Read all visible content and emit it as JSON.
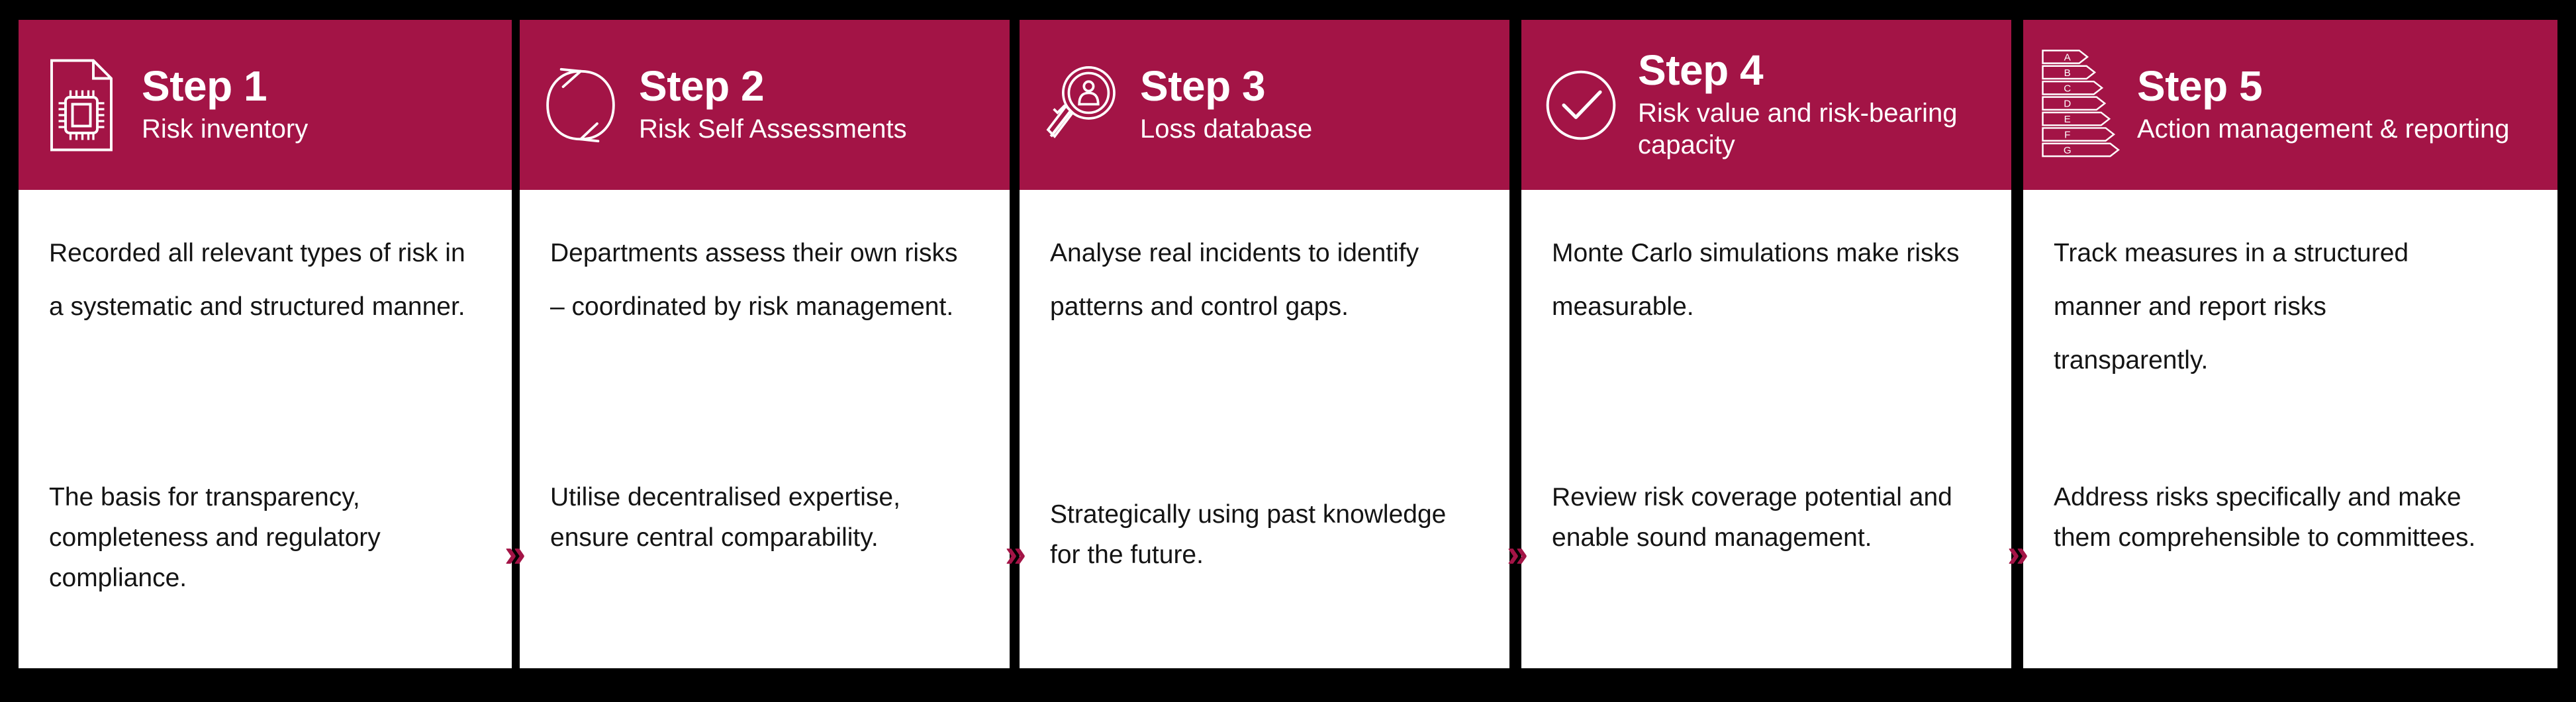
{
  "theme": {
    "brand_crimson": "#A31446",
    "background": "#000000",
    "card_background": "#FFFFFF",
    "body_text": "#141414",
    "header_text": "#FFFFFF"
  },
  "separator": {
    "glyph": "»",
    "name": "double-chevron-right"
  },
  "steps": [
    {
      "title": "Step 1",
      "subtitle": "Risk inventory",
      "icon": "document-microchip-icon",
      "paragraph_top": "Recorded all relevant types of risk in a systematic and structured manner.",
      "paragraph_bottom": "The basis for transparency, completeness and regulatory compliance."
    },
    {
      "title": "Step 2",
      "subtitle": "Risk Self Assessments",
      "icon": "cycle-arrows-icon",
      "paragraph_top": "Departments assess their own risks – coordinated by risk management.",
      "paragraph_bottom": "Utilise decentralised expertise, ensure central comparability."
    },
    {
      "title": "Step 3",
      "subtitle": "Loss database",
      "icon": "magnifier-person-icon",
      "paragraph_top": "Analyse real incidents to identify patterns and control gaps.",
      "paragraph_bottom": "Strategically using past knowledge for the future."
    },
    {
      "title": "Step 4",
      "subtitle": "Risk value and risk-bearing capacity",
      "icon": "circle-check-icon",
      "paragraph_top": "Monte Carlo simulations make risks measurable.",
      "paragraph_bottom": "Review risk coverage potential and enable sound management."
    },
    {
      "title": "Step 5",
      "subtitle": "Action management & reporting",
      "icon": "energy-rating-icon",
      "energy_labels": [
        "A",
        "B",
        "C",
        "D",
        "E",
        "F",
        "G"
      ],
      "paragraph_top": "Track measures in a structured manner and report risks transparently.",
      "paragraph_bottom": "Address risks specifically and make them comprehensible to committees."
    }
  ]
}
